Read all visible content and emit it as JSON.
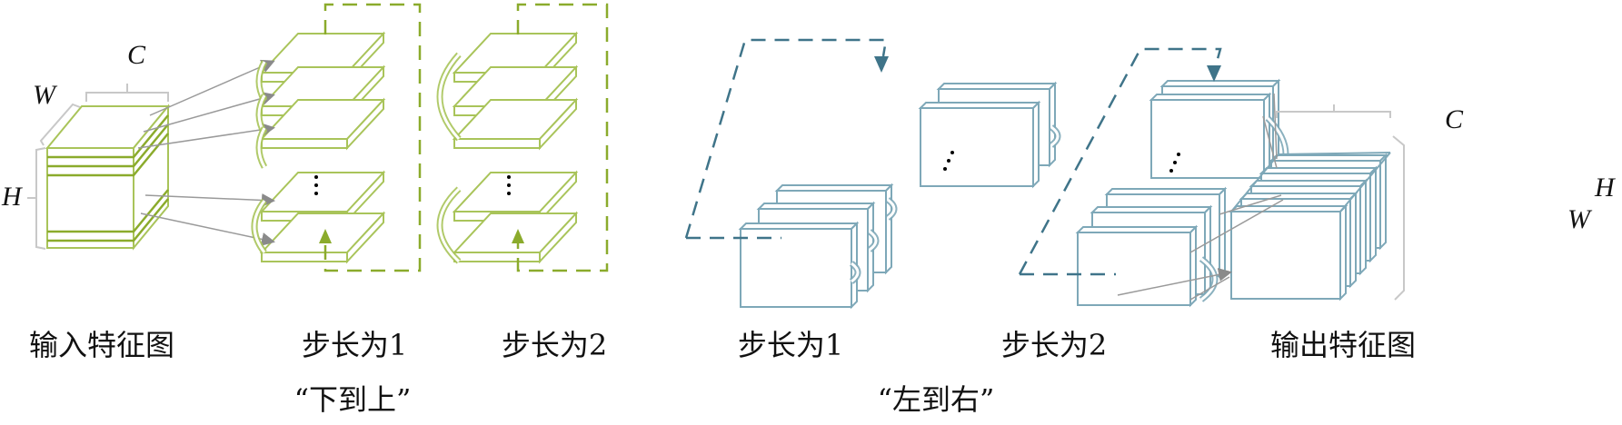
{
  "colors": {
    "green": "#a9c45a",
    "green_dark": "#8bab2c",
    "blue": "#7ea8b8",
    "blue_dark": "#3f7489",
    "gray": "#9a9a9a"
  },
  "input_axes": {
    "c": "C",
    "w": "W",
    "h": "H"
  },
  "output_axes": {
    "c": "C",
    "h": "H",
    "w": "W"
  },
  "labels": {
    "input": "输入特征图",
    "bu_stride1": "步长为1",
    "bu_stride2": "步长为2",
    "lr_stride1": "步长为1",
    "lr_stride2": "步长为2",
    "output": "输出特征图",
    "bottom_up": "“下到上”",
    "left_right": "“左到右”"
  },
  "ellipsis": "⋮"
}
